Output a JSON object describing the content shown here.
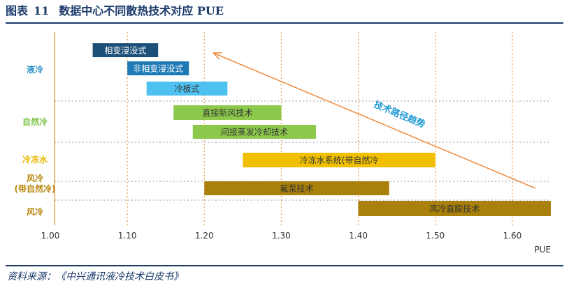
{
  "figure": {
    "label": "图表",
    "number": "11",
    "title": "数据中心不同散热技术对应 PUE",
    "source": "资料来源：《中兴通讯液冷技术白皮书》"
  },
  "colors": {
    "title": "#1b3a6b",
    "axis": "#f0a050",
    "grid": "#f0a050",
    "band_sep": "#9a9a9a",
    "arrow": "#f08a3c",
    "trend_text": "#1f9ad6",
    "text_white": "#ffffff",
    "text_dark": "#333333"
  },
  "chart_data": {
    "type": "bar",
    "orientation": "horizontal-range",
    "xlabel": "PUE",
    "xlim": [
      1.0,
      1.65
    ],
    "xticks": [
      "1.00",
      "1.10",
      "1.20",
      "1.30",
      "1.40",
      "1.50",
      "1.60"
    ],
    "grid": "vertical dotted",
    "groups": [
      {
        "label": "液冷",
        "color": "#2a8fc8"
      },
      {
        "label": "自然冷",
        "color": "#7bc144"
      },
      {
        "label": "冷冻水",
        "color": "#e6b800"
      },
      {
        "label": "风冷\n(带自然冷)",
        "color": "#b8860b"
      },
      {
        "label": "风冷",
        "color": "#b8860b"
      }
    ],
    "bars": [
      {
        "name": "相变浸没式",
        "group": 0,
        "start": 1.055,
        "end": 1.14,
        "color": "#1c5078",
        "text_color": "#ffffff"
      },
      {
        "name": "非相变浸没式",
        "group": 0,
        "start": 1.1,
        "end": 1.18,
        "color": "#1e79b4",
        "text_color": "#ffffff"
      },
      {
        "name": "冷板式",
        "group": 0,
        "start": 1.125,
        "end": 1.23,
        "color": "#4fc1f0",
        "text_color": "#333333"
      },
      {
        "name": "直接新风技术",
        "group": 1,
        "start": 1.16,
        "end": 1.3,
        "color": "#8cc84b",
        "text_color": "#333333"
      },
      {
        "name": "间接蒸发冷却技术",
        "group": 1,
        "start": 1.185,
        "end": 1.345,
        "color": "#8cc84b",
        "text_color": "#333333"
      },
      {
        "name": "冷冻水系统(带自然冷",
        "group": 2,
        "start": 1.25,
        "end": 1.5,
        "color": "#f0c000",
        "text_color": "#333333"
      },
      {
        "name": "氟泵技术",
        "group": 3,
        "start": 1.2,
        "end": 1.44,
        "color": "#a8800a",
        "text_color": "#333333"
      },
      {
        "name": "风冷直膨技术",
        "group": 4,
        "start": 1.4,
        "end": 1.65,
        "color": "#a8800a",
        "text_color": "#333333"
      }
    ],
    "annotations": [
      {
        "text": "技术路径趋势",
        "type": "arrow",
        "from": [
          1.63,
          "low"
        ],
        "to": [
          1.21,
          "high"
        ]
      }
    ]
  }
}
